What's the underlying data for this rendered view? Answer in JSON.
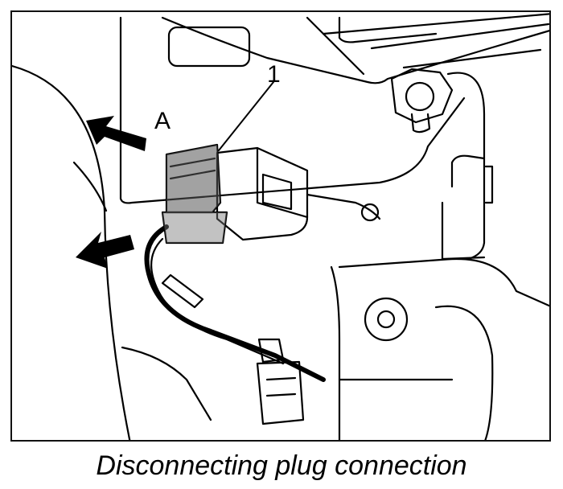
{
  "figure": {
    "caption": "Disconnecting plug connection",
    "callouts": {
      "part_number": "1",
      "direction": "A"
    }
  }
}
